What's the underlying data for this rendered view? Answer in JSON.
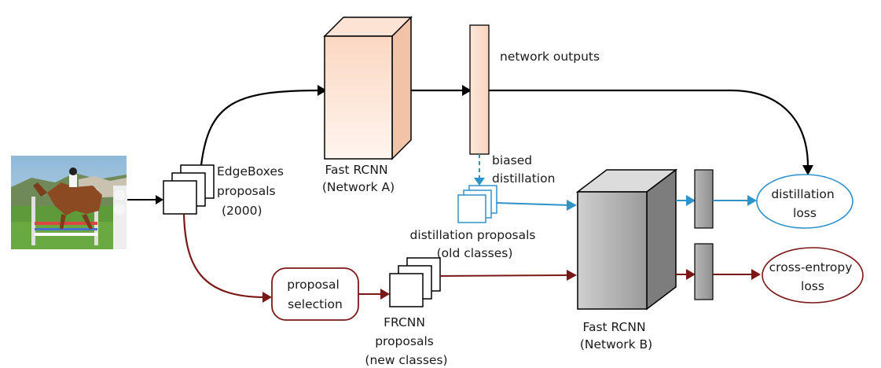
{
  "input_image": {
    "subject": "show jumping horse and rider photo"
  },
  "edgeboxes": {
    "lines": [
      "EdgeBoxes",
      "proposals",
      "(2000)"
    ]
  },
  "network_a": {
    "lines": [
      "Fast RCNN",
      "(Network A)"
    ]
  },
  "network_outputs": {
    "label": "network outputs"
  },
  "biased_distillation": {
    "lines": [
      "biased",
      "distillation"
    ]
  },
  "distillation_proposals": {
    "lines": [
      "distillation proposals",
      "(old classes)"
    ]
  },
  "proposal_selection": {
    "lines": [
      "proposal",
      "selection"
    ]
  },
  "frcnn_proposals": {
    "lines": [
      "FRCNN",
      "proposals",
      "(new classes)"
    ]
  },
  "network_b": {
    "lines": [
      "Fast RCNN",
      "(Network B)"
    ]
  },
  "distillation_loss": {
    "lines": [
      "distillation",
      "loss"
    ]
  },
  "cross_entropy_loss": {
    "lines": [
      "cross-entropy",
      "loss"
    ]
  },
  "colors": {
    "distill_blue": "#2f93c8",
    "selection_red": "#7a1818",
    "main_black": "#000000",
    "network_a_fill": "#fad5c0",
    "network_b_fill": "#a8a8a8"
  }
}
